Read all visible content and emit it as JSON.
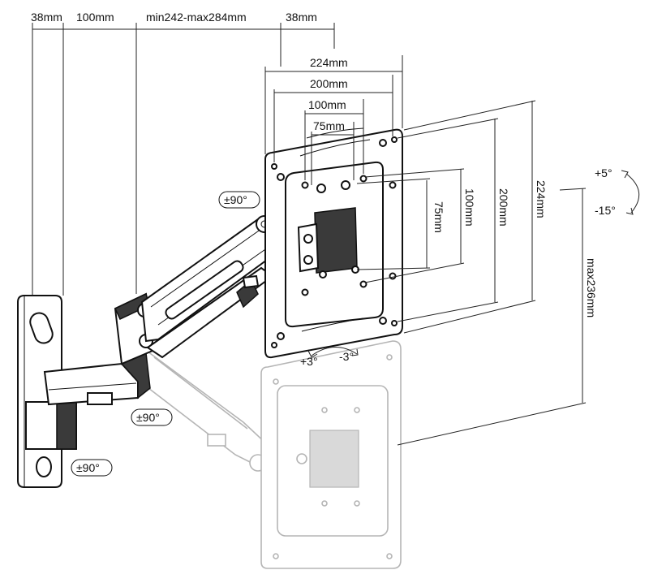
{
  "dimensions": {
    "top_38_left": "38mm",
    "top_100": "100mm",
    "top_range": "min242-max284mm",
    "top_38_right": "38mm",
    "width_224": "224mm",
    "width_200": "200mm",
    "width_100": "100mm",
    "width_75": "75mm",
    "height_75": "75mm",
    "height_100": "100mm",
    "height_200": "200mm",
    "height_224": "224mm",
    "max_height": "max236mm"
  },
  "angles": {
    "swivel_plate": "±90°",
    "swivel_arm": "±90°",
    "swivel_wall": "±90°",
    "tilt_up": "+5°",
    "tilt_down": "-15°",
    "rotate_plus": "+3°",
    "rotate_minus": "-3°"
  },
  "colors": {
    "line": "#111111",
    "ghost": "#b5b5b5",
    "fill_dark": "#3a3a3a"
  }
}
